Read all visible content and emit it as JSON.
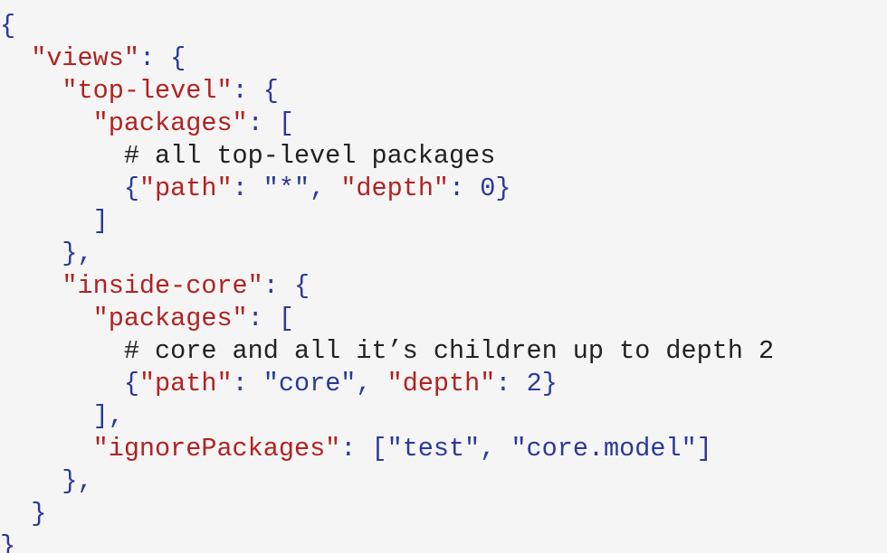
{
  "code": {
    "language": "json",
    "colors": {
      "background": "#f5f5f5",
      "key": "#b22222",
      "punctuation": "#2a3a9a",
      "string": "#2a3a9a",
      "comment": "#222222"
    },
    "lines": [
      [
        {
          "t": "{",
          "k": "punct"
        }
      ],
      [
        {
          "t": "  ",
          "k": "ws"
        },
        {
          "t": "\"views\"",
          "k": "key"
        },
        {
          "t": ": {",
          "k": "punct"
        }
      ],
      [
        {
          "t": "    ",
          "k": "ws"
        },
        {
          "t": "\"top-level\"",
          "k": "key"
        },
        {
          "t": ": {",
          "k": "punct"
        }
      ],
      [
        {
          "t": "      ",
          "k": "ws"
        },
        {
          "t": "\"packages\"",
          "k": "key"
        },
        {
          "t": ": [",
          "k": "punct"
        }
      ],
      [
        {
          "t": "        ",
          "k": "ws"
        },
        {
          "t": "# all top-level packages",
          "k": "comment"
        }
      ],
      [
        {
          "t": "        ",
          "k": "ws"
        },
        {
          "t": "{",
          "k": "punct"
        },
        {
          "t": "\"path\"",
          "k": "key"
        },
        {
          "t": ": ",
          "k": "punct"
        },
        {
          "t": "\"*\"",
          "k": "str"
        },
        {
          "t": ", ",
          "k": "punct"
        },
        {
          "t": "\"depth\"",
          "k": "key"
        },
        {
          "t": ": ",
          "k": "punct"
        },
        {
          "t": "0",
          "k": "num"
        },
        {
          "t": "}",
          "k": "punct"
        }
      ],
      [
        {
          "t": "      ",
          "k": "ws"
        },
        {
          "t": "]",
          "k": "punct"
        }
      ],
      [
        {
          "t": "    ",
          "k": "ws"
        },
        {
          "t": "},",
          "k": "punct"
        }
      ],
      [
        {
          "t": "    ",
          "k": "ws"
        },
        {
          "t": "\"inside-core\"",
          "k": "key"
        },
        {
          "t": ": {",
          "k": "punct"
        }
      ],
      [
        {
          "t": "      ",
          "k": "ws"
        },
        {
          "t": "\"packages\"",
          "k": "key"
        },
        {
          "t": ": [",
          "k": "punct"
        }
      ],
      [
        {
          "t": "        ",
          "k": "ws"
        },
        {
          "t": "# core and all it’s children up to depth 2",
          "k": "comment"
        }
      ],
      [
        {
          "t": "        ",
          "k": "ws"
        },
        {
          "t": "{",
          "k": "punct"
        },
        {
          "t": "\"path\"",
          "k": "key"
        },
        {
          "t": ": ",
          "k": "punct"
        },
        {
          "t": "\"core\"",
          "k": "str"
        },
        {
          "t": ", ",
          "k": "punct"
        },
        {
          "t": "\"depth\"",
          "k": "key"
        },
        {
          "t": ": ",
          "k": "punct"
        },
        {
          "t": "2",
          "k": "num"
        },
        {
          "t": "}",
          "k": "punct"
        }
      ],
      [
        {
          "t": "      ",
          "k": "ws"
        },
        {
          "t": "],",
          "k": "punct"
        }
      ],
      [
        {
          "t": "      ",
          "k": "ws"
        },
        {
          "t": "\"ignorePackages\"",
          "k": "key"
        },
        {
          "t": ": [",
          "k": "punct"
        },
        {
          "t": "\"test\"",
          "k": "str"
        },
        {
          "t": ", ",
          "k": "punct"
        },
        {
          "t": "\"core.model\"",
          "k": "str"
        },
        {
          "t": "]",
          "k": "punct"
        }
      ],
      [
        {
          "t": "    ",
          "k": "ws"
        },
        {
          "t": "},",
          "k": "punct"
        }
      ],
      [
        {
          "t": "  ",
          "k": "ws"
        },
        {
          "t": "}",
          "k": "punct"
        }
      ],
      [
        {
          "t": "}",
          "k": "punct"
        }
      ]
    ]
  }
}
